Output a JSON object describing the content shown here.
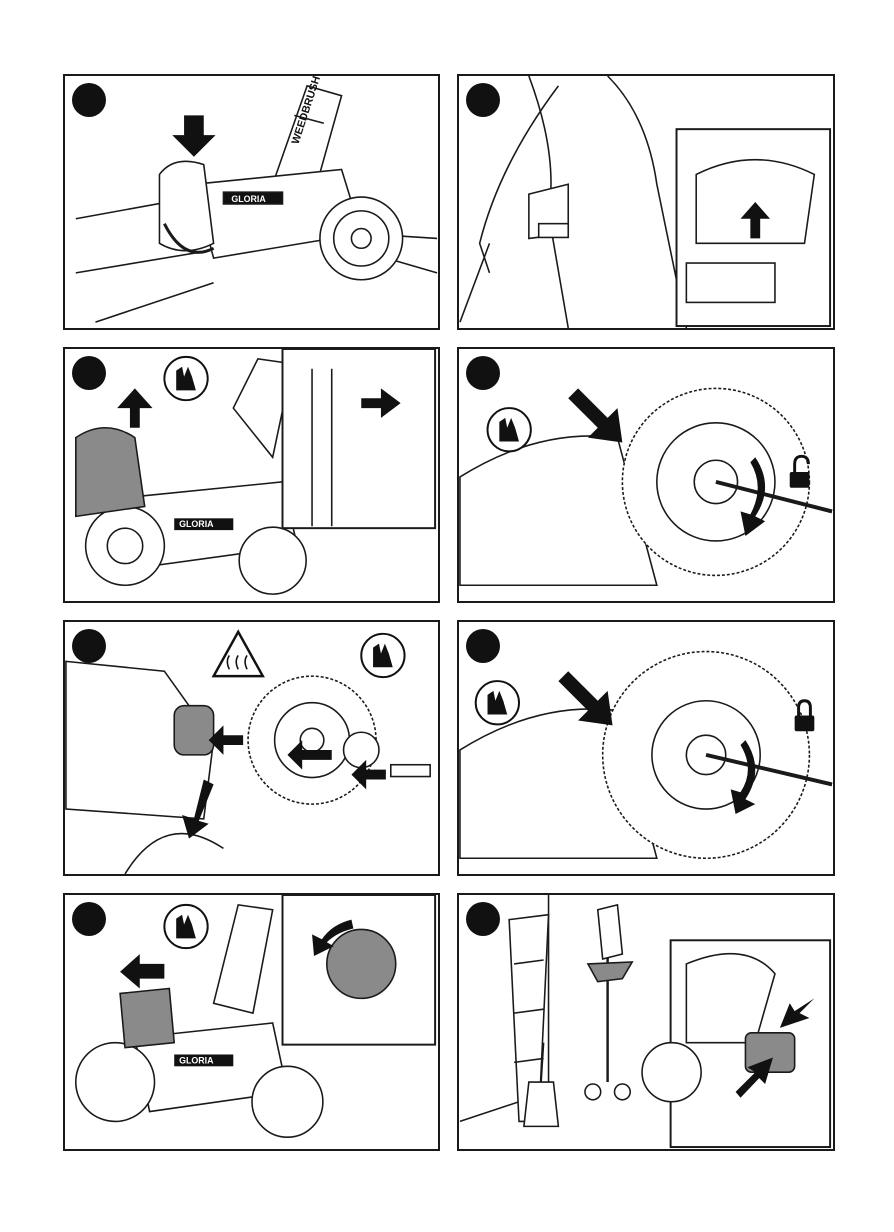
{
  "brand": {
    "gloria": "GLORIA",
    "weedbrush": "WEEDBRUSH"
  },
  "panels": [
    {
      "id": 1,
      "scene": "place-device-on-pavement"
    },
    {
      "id": 2,
      "scene": "hold-handle-press-switch"
    },
    {
      "id": 3,
      "scene": "remove-guard-with-gloves"
    },
    {
      "id": 4,
      "scene": "unlock-brush-with-key"
    },
    {
      "id": 5,
      "scene": "replace-wire-brush-hot-surface"
    },
    {
      "id": 6,
      "scene": "lock-brush-with-key"
    },
    {
      "id": 7,
      "scene": "attach-guard"
    },
    {
      "id": 8,
      "scene": "storage-and-battery-removal"
    }
  ],
  "icons": {
    "arrow": "arrow-icon",
    "gloves": "gloves-icon",
    "hot_surface": "hot-surface-warning-icon",
    "lock": "lock-icon",
    "unlock": "unlock-icon"
  },
  "colors": {
    "line": "#1a1a1a",
    "fill_dark": "#111111",
    "fill_grey": "#8a8a8a",
    "bg": "#ffffff"
  }
}
